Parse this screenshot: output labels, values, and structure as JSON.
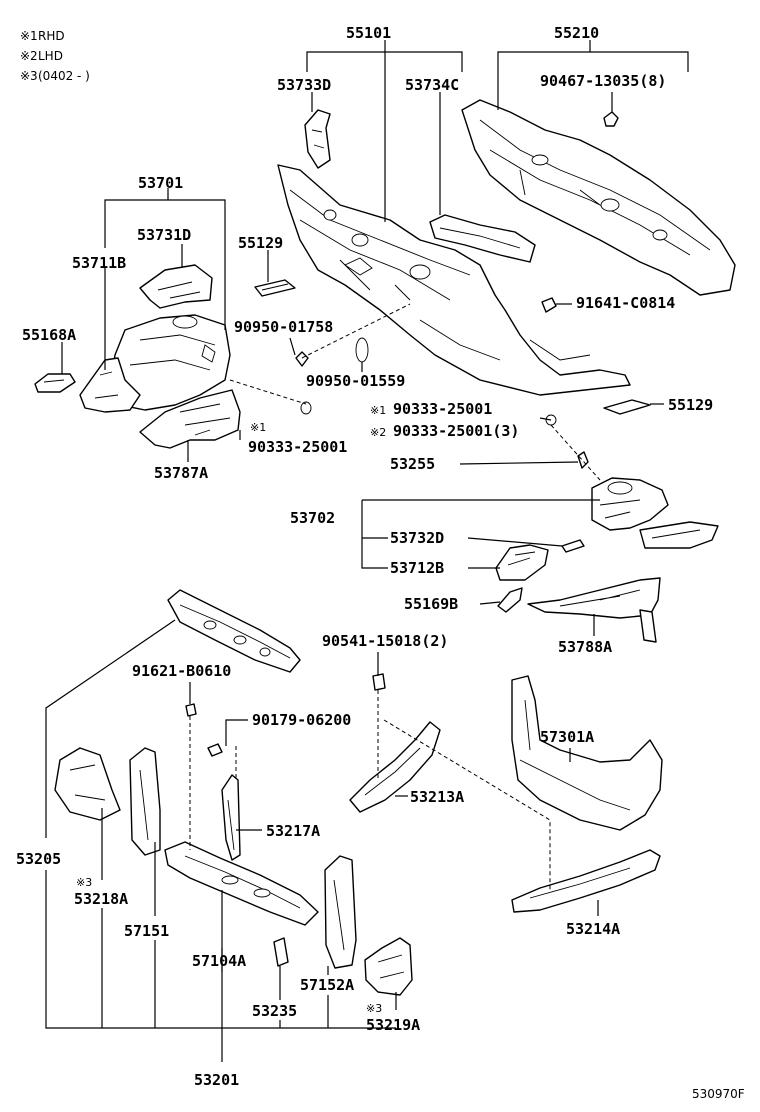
{
  "legend": [
    {
      "mark": "※1",
      "text": "RHD"
    },
    {
      "mark": "※2",
      "text": "LHD"
    },
    {
      "mark": "※3",
      "text": "(0402 -        )"
    }
  ],
  "parts": {
    "p55101": "55101",
    "p55210": "55210",
    "p53733D": "53733D",
    "p53734C": "53734C",
    "p90467": "90467-13035(8)",
    "p53701": "53701",
    "p53731D": "53731D",
    "p53711B": "53711B",
    "p55129a": "55129",
    "p55168A": "55168A",
    "p90950_01758": "90950-01758",
    "p91641": "91641-C0814",
    "p90950_01559": "90950-01559",
    "p55129b": "55129",
    "p90333_rhd_left": "90333-25001",
    "p90333_rhd_right": "90333-25001",
    "p90333_lhd": "90333-25001(3)",
    "p53787A": "53787A",
    "p53255": "53255",
    "p53702": "53702",
    "p53732D": "53732D",
    "p53712B": "53712B",
    "p55169B": "55169B",
    "p53788A": "53788A",
    "p90541": "90541-15018(2)",
    "p91621": "91621-B0610",
    "p90179": "90179-06200",
    "p57301A": "57301A",
    "p53213A": "53213A",
    "p53217A": "53217A",
    "p53205": "53205",
    "p53218A": "53218A",
    "p57151": "57151",
    "p57104A": "57104A",
    "p53214A": "53214A",
    "p57152A": "57152A",
    "p53235": "53235",
    "p53219A": "53219A",
    "p53201": "53201"
  },
  "marks": {
    "m1a": "※1",
    "m1b": "※1",
    "m2": "※2",
    "m3a": "※3",
    "m3b": "※3"
  },
  "figure_code": "530970F"
}
